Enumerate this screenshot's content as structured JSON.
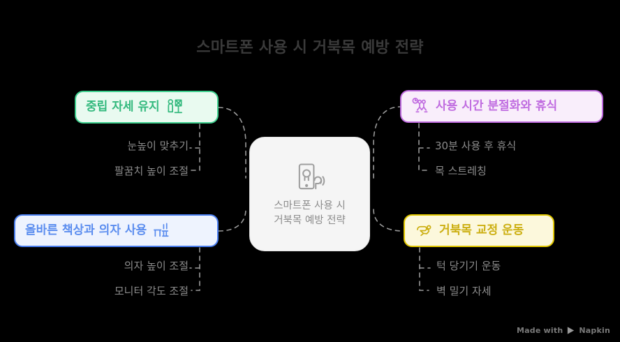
{
  "page": {
    "title": "스마트폰 사용 시 거북목 예방 전략",
    "background_color": "#000000"
  },
  "hub": {
    "label": "스마트폰 사용 시 거북목 예방 전략",
    "icon": "smartphone-neck-icon",
    "fill_color": "#f5f5f5",
    "text_color": "#8c8c8c"
  },
  "branches": [
    {
      "id": "neutral-posture",
      "label": "중립 자세 유지",
      "icon": "posture-alignment-icon",
      "icon_side": "right",
      "accent_color": "#3ecf8e",
      "fill_color": "#e9faf0",
      "text_color": "#34b97e",
      "sub_items": [
        "눈높이 맞추기",
        "팔꿈치 높이 조절"
      ]
    },
    {
      "id": "desk-chair",
      "label": "올바른 책상과 의자 사용",
      "icon": "desk-chair-icon",
      "icon_side": "right",
      "accent_color": "#4a7ef0",
      "fill_color": "#eef3fe",
      "text_color": "#5b8def",
      "sub_items": [
        "의자 높이 조절",
        "모니터 각도 조절"
      ]
    },
    {
      "id": "usage-breaks",
      "label": "사용 시간 분절화와 휴식",
      "icon": "clock-stretch-icon",
      "icon_side": "left",
      "accent_color": "#c06ce0",
      "fill_color": "#f9eefb",
      "text_color": "#c06ce0",
      "sub_items": [
        "30분 사용 후 휴식",
        "목 스트레칭"
      ]
    },
    {
      "id": "neck-exercise",
      "label": "거북목 교정 운동",
      "icon": "stretching-person-icon",
      "icon_side": "left",
      "accent_color": "#e2c800",
      "fill_color": "#fcf8dc",
      "text_color": "#ccaf12",
      "sub_items": [
        "턱 당기기 운동",
        "벽 밀기 자세"
      ]
    }
  ],
  "footer": {
    "text": "Made with",
    "brand": "Napkin",
    "icon": "napkin-logo-icon"
  }
}
